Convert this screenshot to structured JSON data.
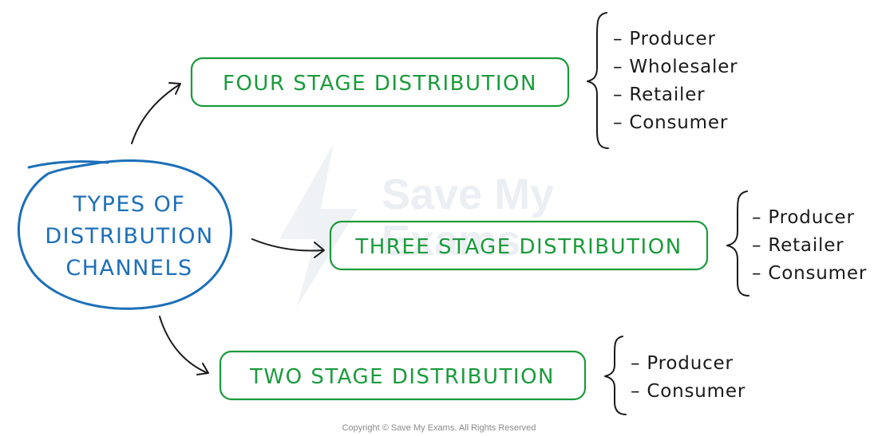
{
  "center": {
    "lines": [
      "TYPES OF",
      "DISTRIBUTION",
      "CHANNELS"
    ]
  },
  "channels": [
    {
      "label": "FOUR STAGE DISTRIBUTION",
      "items": [
        "– Producer",
        "– Wholesaler",
        "– Retailer",
        "– Consumer"
      ]
    },
    {
      "label": "THREE STAGE DISTRIBUTION",
      "items": [
        "– Producer",
        "– Retailer",
        "– Consumer"
      ]
    },
    {
      "label": "TWO STAGE DISTRIBUTION",
      "items": [
        "– Producer",
        "– Consumer"
      ]
    }
  ],
  "watermark": {
    "line1": "Save My",
    "line2": "Exams"
  },
  "footer": {
    "copyright": "Copyright © Save My Exams. All Rights Reserved"
  },
  "colors": {
    "center_outline": "#1c6fb8",
    "box_outline": "#1a9b3c",
    "text": "#1a1a1a"
  }
}
